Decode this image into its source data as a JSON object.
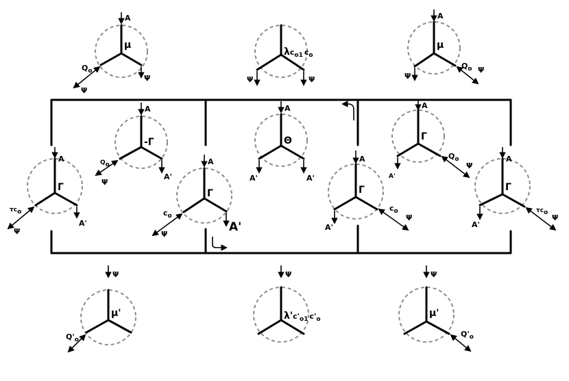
{
  "nodes": {
    "top_left": {
      "a": "A",
      "center": "μ",
      "coupling": "Q",
      "coupling_sub": "o",
      "leg_b": "Ψ",
      "leg_c": "Ψ"
    },
    "top_mid": {
      "center": "λ",
      "center_sub": "c",
      "center_sub2": "o1",
      "center_extra": "c",
      "center_extra_sub": "o",
      "leg_b": "Ψ",
      "leg_c": "Ψ"
    },
    "top_right": {
      "a": "A",
      "center": "μ",
      "coupling": "Q",
      "coupling_sub": "o",
      "leg_b": "Ψ",
      "leg_c": "Ψ"
    },
    "mid_left": {
      "a": "A",
      "center": "Γ",
      "coupling": "τc",
      "coupling_sub": "o",
      "leg_b": "Ψ",
      "leg_c": "A'"
    },
    "mid_left_in": {
      "a": "A",
      "center": "-Γ",
      "coupling": "Q",
      "coupling_sub": "o",
      "leg_b": "Ψ",
      "leg_c": "A'"
    },
    "mid_cl": {
      "a": "A",
      "center": "Γ",
      "coupling": "c",
      "coupling_sub": "o",
      "leg_b": "Ψ",
      "leg_c": "A'"
    },
    "mid_center": {
      "a": "A",
      "center": "Θ",
      "leg_b": "A'",
      "leg_c": "A'"
    },
    "mid_cr": {
      "a": "A",
      "center": "Γ",
      "coupling": "c",
      "coupling_sub": "o",
      "leg_b": "A'",
      "leg_c": "Ψ"
    },
    "mid_right_in": {
      "a": "A",
      "center": "Γ",
      "coupling": "Q",
      "coupling_sub": "o",
      "leg_b": "A'",
      "leg_c": "Ψ"
    },
    "mid_right": {
      "a": "A",
      "center": "Γ",
      "coupling": "τc",
      "coupling_sub": "o",
      "leg_b": "A'",
      "leg_c": "Ψ"
    },
    "bot_left": {
      "a": "Ψ",
      "center": "μ'",
      "coupling": "Q'",
      "coupling_sub": "o"
    },
    "bot_mid": {
      "a": "Ψ",
      "center": "λ'",
      "center_sub": "c'",
      "center_sub2": "o1",
      "center_extra": "c'",
      "center_extra_sub": "o"
    },
    "bot_right": {
      "a": "Ψ",
      "center": "μ'",
      "coupling": "Q'",
      "coupling_sub": "o"
    }
  },
  "colors": {
    "ink": "#000000",
    "circle": "#8a8a8a"
  },
  "arrows": {
    "top_turn": "turn-arrow",
    "bottom_turn": "turn-arrow"
  }
}
